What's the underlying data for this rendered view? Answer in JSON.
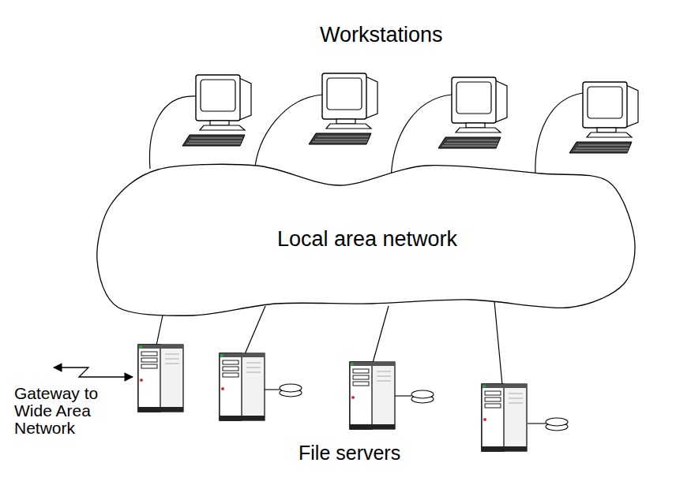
{
  "diagram": {
    "nodes": [
      {
        "text": [
          "Local area network"
        ]
      }
    ],
    "labels": [
      "Workstations",
      "Gateway to Wide Area Network",
      "File servers"
    ]
  }
}
